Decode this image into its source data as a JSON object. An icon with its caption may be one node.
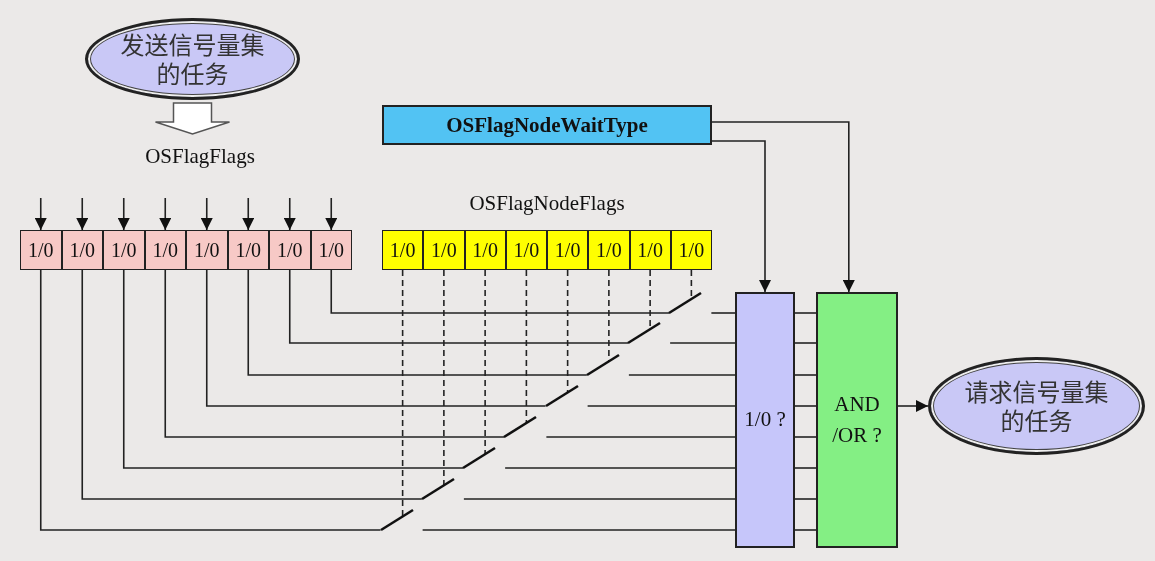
{
  "diagram": {
    "nodes": [
      {
        "text": [
          "发送信号量集的任务"
        ]
      },
      {
        "text": [
          "OSFlagFlags"
        ]
      },
      {
        "text": [
          "1/0"
        ]
      },
      {
        "text": [
          "1/0"
        ]
      },
      {
        "text": [
          "1/0"
        ]
      },
      {
        "text": [
          "1/0"
        ]
      },
      {
        "text": [
          "1/0"
        ]
      },
      {
        "text": [
          "1/0"
        ]
      },
      {
        "text": [
          "1/0"
        ]
      },
      {
        "text": [
          "1/0"
        ]
      },
      {
        "text": [
          "OSFlagNodeWaitType"
        ]
      },
      {
        "text": [
          "OSFlagNodeFlags"
        ]
      },
      {
        "text": [
          "1/0"
        ]
      },
      {
        "text": [
          "1/0"
        ]
      },
      {
        "text": [
          "1/0"
        ]
      },
      {
        "text": [
          "1/0"
        ]
      },
      {
        "text": [
          "1/0"
        ]
      },
      {
        "text": [
          "1/0"
        ]
      },
      {
        "text": [
          "1/0"
        ]
      },
      {
        "text": [
          "1/0"
        ]
      },
      {
        "text": [
          "1/0 ?"
        ]
      },
      {
        "text": [
          "AND /OR ?"
        ]
      },
      {
        "text": [
          "请求信号量集的任务"
        ]
      },
      {
        "text": [],
        "shape": "switch"
      },
      {
        "text": [],
        "shape": "switch"
      },
      {
        "text": [],
        "shape": "switch"
      },
      {
        "text": [],
        "shape": "switch"
      },
      {
        "text": [],
        "shape": "switch"
      },
      {
        "text": [],
        "shape": "switch"
      },
      {
        "text": [],
        "shape": "switch"
      },
      {
        "text": [],
        "shape": "switch"
      }
    ],
    "edges": [
      {
        "from": 0,
        "to": 1,
        "arrow": "to",
        "style": "thick"
      },
      {
        "from": null,
        "to": 2,
        "arrow": "to"
      },
      {
        "from": null,
        "to": 3,
        "arrow": "to"
      },
      {
        "from": null,
        "to": 4,
        "arrow": "to"
      },
      {
        "from": null,
        "to": 5,
        "arrow": "to"
      },
      {
        "from": null,
        "to": 6,
        "arrow": "to"
      },
      {
        "from": null,
        "to": 7,
        "arrow": "to"
      },
      {
        "from": null,
        "to": 8,
        "arrow": "to"
      },
      {
        "from": null,
        "to": 9,
        "arrow": "to"
      },
      {
        "from": 2,
        "to": 23,
        "arrow": "none"
      },
      {
        "from": 3,
        "to": 24,
        "arrow": "none"
      },
      {
        "from": 4,
        "to": 25,
        "arrow": "none"
      },
      {
        "from": 5,
        "to": 26,
        "arrow": "none"
      },
      {
        "from": 6,
        "to": 27,
        "arrow": "none"
      },
      {
        "from": 7,
        "to": 28,
        "arrow": "none"
      },
      {
        "from": 8,
        "to": 29,
        "arrow": "none"
      },
      {
        "from": 9,
        "to": 30,
        "arrow": "none"
      },
      {
        "from": 12,
        "to": 23,
        "arrow": "none",
        "style": "dashed"
      },
      {
        "from": 13,
        "to": 24,
        "arrow": "none",
        "style": "dashed"
      },
      {
        "from": 14,
        "to": 25,
        "arrow": "none",
        "style": "dashed"
      },
      {
        "from": 15,
        "to": 26,
        "arrow": "none",
        "style": "dashed"
      },
      {
        "from": 16,
        "to": 27,
        "arrow": "none",
        "style": "dashed"
      },
      {
        "from": 17,
        "to": 28,
        "arrow": "none",
        "style": "dashed"
      },
      {
        "from": 18,
        "to": 29,
        "arrow": "none",
        "style": "dashed"
      },
      {
        "from": 19,
        "to": 30,
        "arrow": "none",
        "style": "dashed"
      },
      {
        "from": 20,
        "to": 21,
        "arrow": "none"
      },
      {
        "from": 20,
        "to": 21,
        "arrow": "none"
      },
      {
        "from": 20,
        "to": 21,
        "arrow": "none"
      },
      {
        "from": 20,
        "to": 21,
        "arrow": "none"
      },
      {
        "from": 20,
        "to": 21,
        "arrow": "none"
      },
      {
        "from": 20,
        "to": 21,
        "arrow": "none"
      },
      {
        "from": 20,
        "to": 21,
        "arrow": "none"
      },
      {
        "from": 20,
        "to": 21,
        "arrow": "none"
      },
      {
        "from": 10,
        "to": 20,
        "arrow": "to"
      },
      {
        "from": 10,
        "to": 21,
        "arrow": "to"
      },
      {
        "from": 21,
        "to": 22,
        "arrow": "to"
      },
      {
        "from": 23,
        "to": 20,
        "arrow": "none"
      },
      {
        "from": 24,
        "to": 20,
        "arrow": "none"
      },
      {
        "from": 25,
        "to": 20,
        "arrow": "none"
      },
      {
        "from": 26,
        "to": 20,
        "arrow": "none"
      },
      {
        "from": 27,
        "to": 20,
        "arrow": "none"
      },
      {
        "from": 28,
        "to": 20,
        "arrow": "none"
      },
      {
        "from": 29,
        "to": 20,
        "arrow": "none"
      },
      {
        "from": 30,
        "to": 20,
        "arrow": "none"
      }
    ]
  }
}
